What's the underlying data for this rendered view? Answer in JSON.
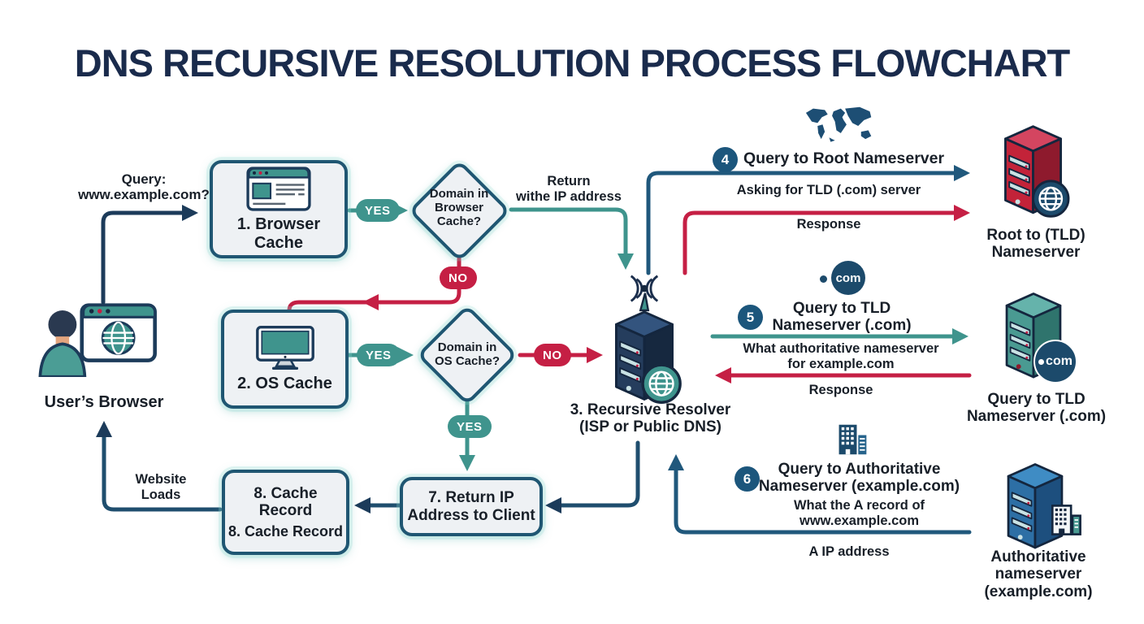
{
  "title": "DNS RECURSIVE RESOLUTION PROCESS FLOWCHART",
  "colors": {
    "navy": "#1c3b5a",
    "blue": "#20587c",
    "teal": "#3f948d",
    "red": "#c51f44",
    "badge": "#1c567c",
    "node_fill": "#eef1f4",
    "node_border": "#1f5672"
  },
  "nodes": {
    "browser_cache": {
      "label": "1. Browser Cache"
    },
    "decision_browser": {
      "label": "Domain in\nBrowser\nCache?"
    },
    "os_cache": {
      "label": "2. OS Cache"
    },
    "decision_os": {
      "label": "Domain in\nOS Cache?"
    },
    "resolver": {
      "label": "3. Recursive Resolver\n(ISP or Public DNS)"
    },
    "return_ip": {
      "label": "7. Return IP\nAddress to Client"
    },
    "cache_record": {
      "label": "8. Cache\nRecord",
      "label2": "8. Cache Record"
    },
    "user_browser": {
      "label": "User’s Browser"
    },
    "root_ns": {
      "label": "Root to (TLD)\nNameserver"
    },
    "tld_ns": {
      "label": "Query to TLD\nNameserver (.com)",
      "badge": "com"
    },
    "auth_ns": {
      "label": "Authoritative\nnameserver\n(example.com)"
    }
  },
  "edges": {
    "query": "Query:\nwww.example.com?",
    "return_ip": "Return\nwithe IP address",
    "website_loads": "Website\nLoads",
    "yes": "YES",
    "no": "NO"
  },
  "steps": {
    "step4": {
      "num": "4",
      "title": "Query to Root Nameserver",
      "query": "Asking for TLD (.com) server",
      "response": "Response"
    },
    "step5": {
      "num": "5",
      "title": "Query to TLD\nNameserver (.com)",
      "query": "What authoritative nameserver\nfor example.com",
      "response": "Response",
      "badge": "com"
    },
    "step6": {
      "num": "6",
      "title": "Query to Authoritative\nNameserver (example.com)",
      "query": "What the A record of\nwww.example.com",
      "response": "A IP address"
    }
  }
}
